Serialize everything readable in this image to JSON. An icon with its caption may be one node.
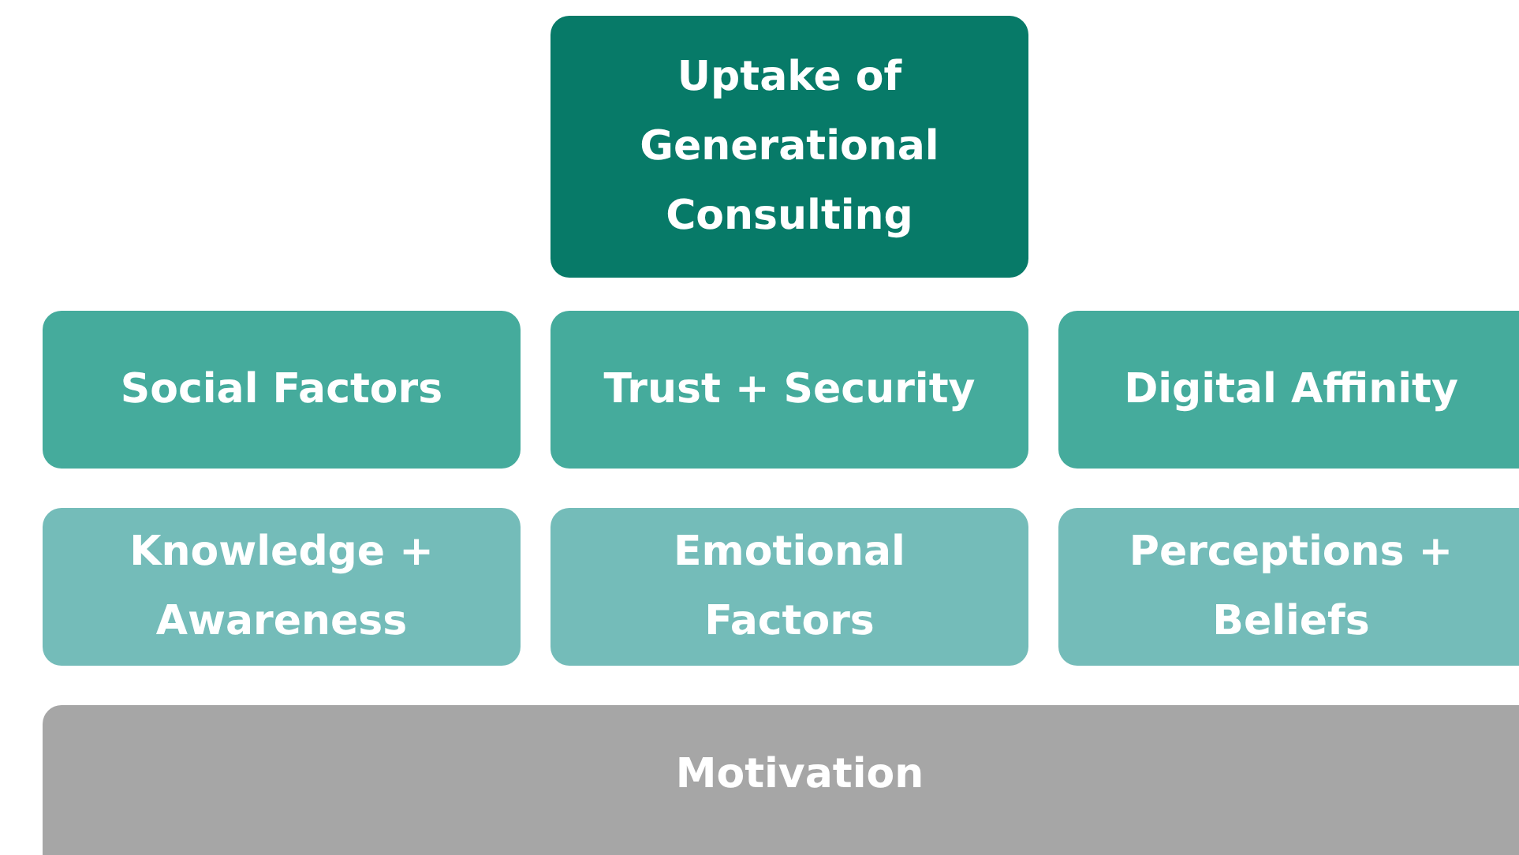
{
  "diagram": {
    "nodes": [
      {
        "text": [
          "Uptake of Generational Consulting"
        ]
      },
      {
        "text": [
          "Social Factors"
        ]
      },
      {
        "text": [
          "Trust + Security"
        ]
      },
      {
        "text": [
          "Digital Affinity"
        ]
      },
      {
        "text": [
          "Knowledge + Awareness"
        ]
      },
      {
        "text": [
          "Emotional Factors"
        ]
      },
      {
        "text": [
          "Perceptions + Beliefs"
        ]
      },
      {
        "text": [
          "Motivation"
        ]
      }
    ]
  }
}
